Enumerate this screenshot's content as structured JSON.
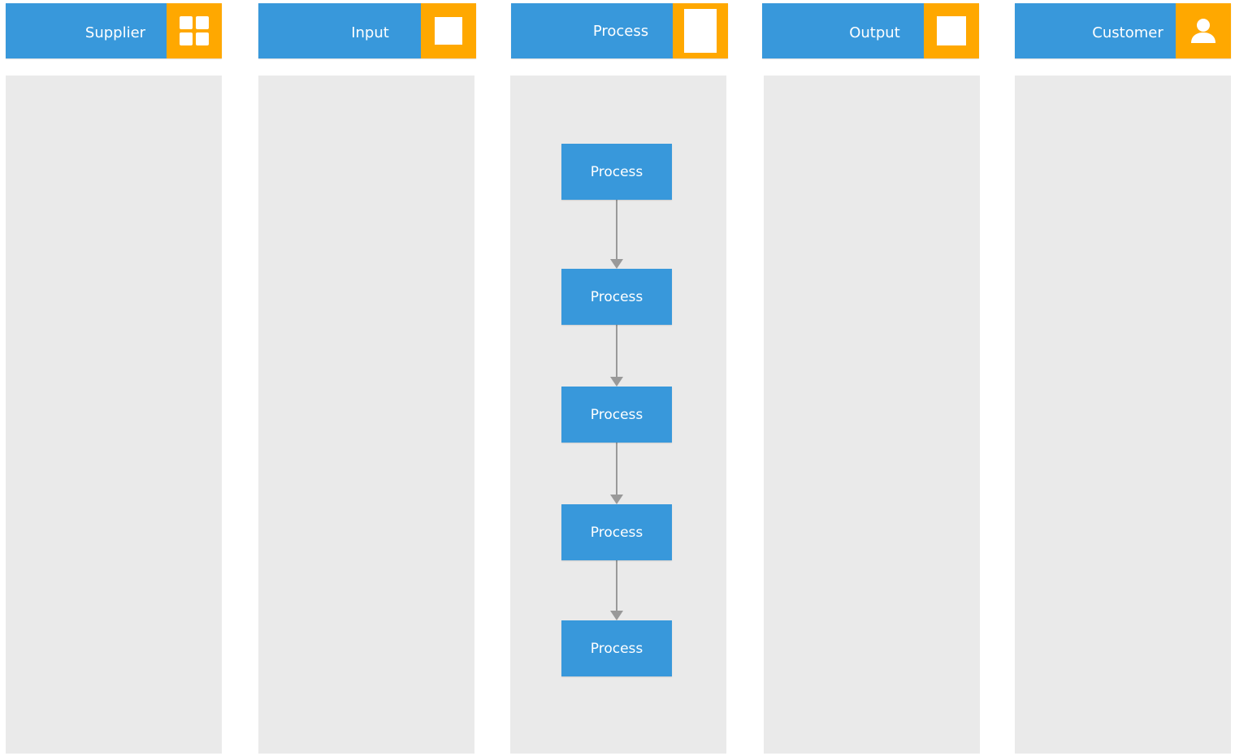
{
  "columns": [
    {
      "label": "Supplier",
      "icon": "grid-icon"
    },
    {
      "label": "Input",
      "icon": "square-icon"
    },
    {
      "label": "Process",
      "icon": "page-icon"
    },
    {
      "label": "Output",
      "icon": "square-icon"
    },
    {
      "label": "Customer",
      "icon": "user-icon"
    }
  ],
  "process_steps": [
    {
      "label": "Process"
    },
    {
      "label": "Process"
    },
    {
      "label": "Process"
    },
    {
      "label": "Process"
    },
    {
      "label": "Process"
    }
  ],
  "colors": {
    "header_blue": "#3898db",
    "icon_orange": "#ffa800",
    "lane_gray": "#eaeaea",
    "connector_gray": "#999999"
  }
}
